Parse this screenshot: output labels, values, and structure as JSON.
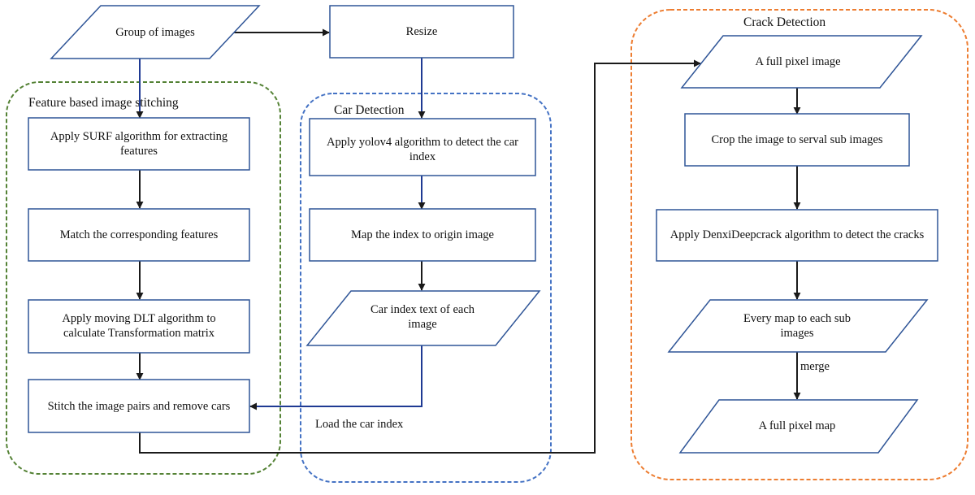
{
  "colors": {
    "box_stroke": "#2f5597",
    "arrow": "#1a1a1a",
    "feature_region": "#548235",
    "car_region": "#4472c4",
    "crack_region": "#ed7d31"
  },
  "regions": {
    "feature": {
      "title": "Feature based image stitching"
    },
    "car": {
      "title": "Car Detection"
    },
    "crack": {
      "title": "Crack Detection"
    }
  },
  "nodes": {
    "group_of_images": {
      "lines": [
        "Group of images"
      ]
    },
    "resize": {
      "lines": [
        "Resize"
      ]
    },
    "surf": {
      "lines": [
        "Apply SURF algorithm for extracting",
        "features"
      ]
    },
    "match": {
      "lines": [
        "Match the corresponding features"
      ]
    },
    "dlt": {
      "lines": [
        "Apply moving DLT algorithm to",
        "calculate Transformation matrix"
      ]
    },
    "stitch": {
      "lines": [
        "Stitch the image pairs and remove cars"
      ]
    },
    "yolo": {
      "lines": [
        "Apply yolov4 algorithm to detect the car",
        "index"
      ]
    },
    "map_index": {
      "lines": [
        "Map the index to origin image"
      ]
    },
    "car_text": {
      "lines": [
        "Car index text of each",
        "image"
      ]
    },
    "full_pixel_image": {
      "lines": [
        "A full pixel image"
      ]
    },
    "crop": {
      "lines": [
        "Crop the image to serval sub images"
      ]
    },
    "deepcrack": {
      "lines": [
        "Apply DenxiDeepcrack algorithm to detect the cracks"
      ]
    },
    "every_map": {
      "lines": [
        "Every map to each sub",
        "images"
      ]
    },
    "full_pixel_map": {
      "lines": [
        "A full pixel map"
      ]
    }
  },
  "edge_labels": {
    "load_car_index": "Load the car index",
    "merge": "merge"
  }
}
